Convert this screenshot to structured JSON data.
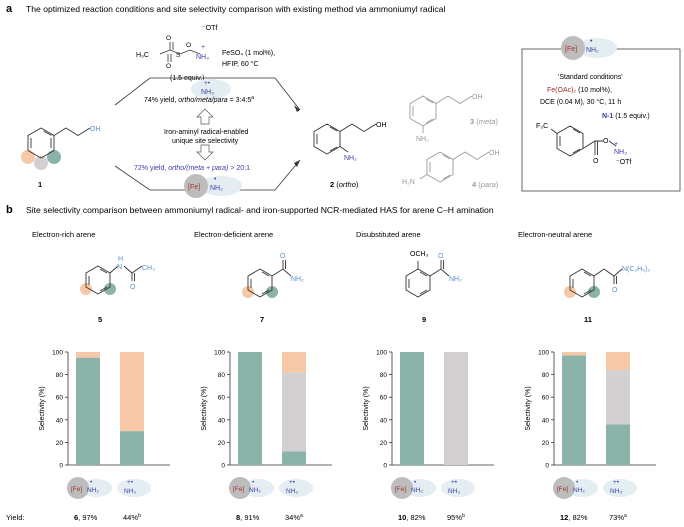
{
  "colors": {
    "teal": "#8cb3a9",
    "orange": "#f7c8a8",
    "grey": "#d2d0d0",
    "blue_text": "#3d3fa8",
    "red_text": "#a0302a",
    "struct_blue": "#5b8fc2",
    "amine_blob": "#e4eef2",
    "fe_circle": "#bdbdbd"
  },
  "panel_a": {
    "letter": "a",
    "title": "The optimized reaction conditions and site selectivity comparison with existing method via ammoniumyl radical",
    "reagent": {
      "counterion": "⁻OTf",
      "methyl": "H₃C",
      "nh3": "NH₃",
      "plus": "+",
      "equiv": "(1.5 equiv.)"
    },
    "top_conditions": {
      "line1": "FeSO₄ (1 mol%),",
      "line2": "HFIP, 60 °C"
    },
    "top_radical": {
      "label": "NH₃",
      "charge": "+•"
    },
    "top_yield": {
      "text": "74% yield, ",
      "ratio_label": "ortho/meta/para",
      "ratio": " = 3:4:5",
      "sup": "a"
    },
    "center_text": {
      "line1": "Iron-aminyl radical-enabled",
      "line2": "unique site selectivity"
    },
    "bottom_yield": {
      "text": "72% yield, ",
      "ratio_label": "ortho/(meta + para)",
      "ratio": " > 20:1"
    },
    "fe": "[Fe]",
    "nh2": "NH₂",
    "dot": "•",
    "oh": "OH",
    "compounds": {
      "sm": "1",
      "ortho_num": "2",
      "ortho_word": "ortho",
      "meta_num": "3",
      "meta_word": "meta",
      "para_num": "4",
      "para_word": "para",
      "nh2_plain": "NH₂",
      "h2n": "H₂N"
    },
    "box": {
      "title": "'Standard conditions'",
      "catalyst": "Fe(OAc)₂",
      "catalyst_loading": " (10 mol%),",
      "line2": "DCE (0.04 M), 30 °C, 11 h",
      "reagent_name": "N-1",
      "reagent_equiv": " (1.5 equiv.)",
      "cf3": "F₃C",
      "o": "O",
      "nh3": "NH₃",
      "plus": "+",
      "otf": "⁻OTf"
    }
  },
  "panel_b": {
    "letter": "b",
    "title": "Site selectivity comparison between ammoniumyl radical- and iron-supported NCR-mediated HAS for arene C–H amination",
    "yield_label": "Yield:",
    "struct_text": {
      "nh": "N",
      "h": "H",
      "ch3": "CH₃",
      "o": "O",
      "nh2": "NH₂",
      "och3": "OCH₃",
      "nc2h5": "N(C₂H₅)₂"
    }
  },
  "chart_data": [
    {
      "type": "bar",
      "title": "Electron-rich arene",
      "compound": "5",
      "ylabel": "Selectivity (%)",
      "ylim": [
        0,
        100
      ],
      "yticks": [
        0,
        20,
        40,
        60,
        80,
        100
      ],
      "categories": [
        "[Fe]–NH₂•",
        "NH₃•+"
      ],
      "series": [
        {
          "name": "ortho",
          "values": [
            95,
            30
          ]
        },
        {
          "name": "meta",
          "values": [
            0,
            0
          ]
        },
        {
          "name": "para",
          "values": [
            5,
            70
          ]
        }
      ],
      "yields": [
        {
          "num": "6",
          "value": ", 97%",
          "sup": ""
        },
        {
          "num": "",
          "value": "44%",
          "sup": "b"
        }
      ]
    },
    {
      "type": "bar",
      "title": "Electron-deficient arene",
      "compound": "7",
      "ylabel": "Selectivity (%)",
      "ylim": [
        0,
        100
      ],
      "yticks": [
        0,
        20,
        40,
        60,
        80,
        100
      ],
      "categories": [
        "[Fe]–NH₂•",
        "NH₃•+"
      ],
      "series": [
        {
          "name": "ortho",
          "values": [
            100,
            12
          ]
        },
        {
          "name": "meta",
          "values": [
            0,
            70
          ]
        },
        {
          "name": "para",
          "values": [
            0,
            18
          ]
        }
      ],
      "yields": [
        {
          "num": "8",
          "value": ", 91%",
          "sup": ""
        },
        {
          "num": "",
          "value": "34%",
          "sup": "a"
        }
      ]
    },
    {
      "type": "bar",
      "title": "Disubstituted arene",
      "compound": "9",
      "ylabel": "Selectivity (%)",
      "ylim": [
        0,
        100
      ],
      "yticks": [
        0,
        20,
        40,
        60,
        80,
        100
      ],
      "categories": [
        "[Fe]–NH₂•",
        "NH₃•+"
      ],
      "series": [
        {
          "name": "ortho",
          "values": [
            100,
            0
          ]
        },
        {
          "name": "meta",
          "values": [
            0,
            100
          ]
        },
        {
          "name": "para",
          "values": [
            0,
            0
          ]
        }
      ],
      "yields": [
        {
          "num": "10",
          "value": ", 82%",
          "sup": ""
        },
        {
          "num": "",
          "value": "95%",
          "sup": "b"
        }
      ]
    },
    {
      "type": "bar",
      "title": "Electron-neutral arene",
      "compound": "11",
      "ylabel": "Selectivity (%)",
      "ylim": [
        0,
        100
      ],
      "yticks": [
        0,
        20,
        40,
        60,
        80,
        100
      ],
      "categories": [
        "[Fe]–NH₂•",
        "NH₃•+"
      ],
      "series": [
        {
          "name": "ortho",
          "values": [
            97,
            36
          ]
        },
        {
          "name": "meta",
          "values": [
            0,
            48
          ]
        },
        {
          "name": "para",
          "values": [
            3,
            16
          ]
        }
      ],
      "yields": [
        {
          "num": "12",
          "value": ", 82%",
          "sup": ""
        },
        {
          "num": "",
          "value": "73%",
          "sup": "a"
        }
      ]
    }
  ]
}
